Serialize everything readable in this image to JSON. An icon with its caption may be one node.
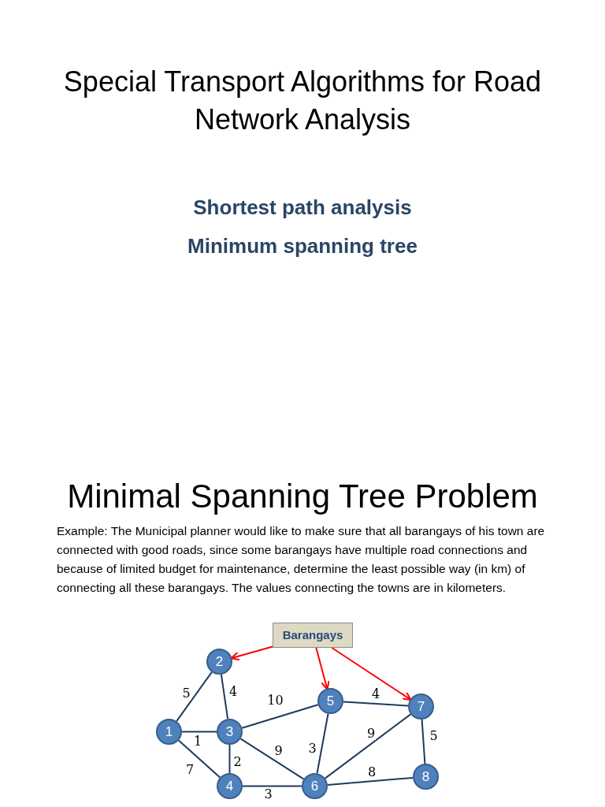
{
  "diagram": {
    "title": "Special Transport Algorithms for Road Network Analysis",
    "nodes": [
      {
        "text": [
          "Barangays"
        ]
      },
      {
        "text": [
          "1"
        ]
      },
      {
        "text": [
          "2"
        ]
      },
      {
        "text": [
          "3"
        ]
      },
      {
        "text": [
          "4"
        ]
      },
      {
        "text": [
          "5"
        ]
      },
      {
        "text": [
          "6"
        ]
      },
      {
        "text": [
          "7"
        ]
      },
      {
        "text": [
          "8"
        ]
      }
    ],
    "edges": [
      {
        "from": 0,
        "to": 2,
        "arrow": "to",
        "color": "#ff0000"
      },
      {
        "from": 0,
        "to": 5,
        "arrow": "to",
        "color": "#ff0000"
      },
      {
        "from": 0,
        "to": 7,
        "arrow": "to",
        "color": "#ff0000"
      },
      {
        "from": 1,
        "to": 2,
        "arrow": "none",
        "label": "5"
      },
      {
        "from": 2,
        "to": 3,
        "arrow": "none",
        "label": "4"
      },
      {
        "from": 1,
        "to": 3,
        "arrow": "none",
        "label": "1"
      },
      {
        "from": 1,
        "to": 4,
        "arrow": "none",
        "label": "7"
      },
      {
        "from": 3,
        "to": 4,
        "arrow": "none",
        "label": "2"
      },
      {
        "from": 3,
        "to": 5,
        "arrow": "none",
        "label": "10"
      },
      {
        "from": 3,
        "to": 6,
        "arrow": "none",
        "label": "9"
      },
      {
        "from": 4,
        "to": 6,
        "arrow": "none",
        "label": "3"
      },
      {
        "from": 5,
        "to": 6,
        "arrow": "none",
        "label": "3"
      },
      {
        "from": 5,
        "to": 7,
        "arrow": "none",
        "label": "4"
      },
      {
        "from": 6,
        "to": 7,
        "arrow": "none",
        "label": "9"
      },
      {
        "from": 7,
        "to": 8,
        "arrow": "none",
        "label": "5"
      },
      {
        "from": 6,
        "to": 8,
        "arrow": "none",
        "label": "8"
      }
    ],
    "labels": [
      "Shortest path analysis",
      "Minimum spanning tree",
      "Minimal Spanning Tree Problem",
      "Example: The Municipal planner would like to make sure that all barangays of his town are connected with good roads, since some barangays have multiple road connections and because of limited budget for maintenance, determine the least possible way (in km) of connecting all these barangays. The values connecting the towns are in kilometers."
    ]
  }
}
